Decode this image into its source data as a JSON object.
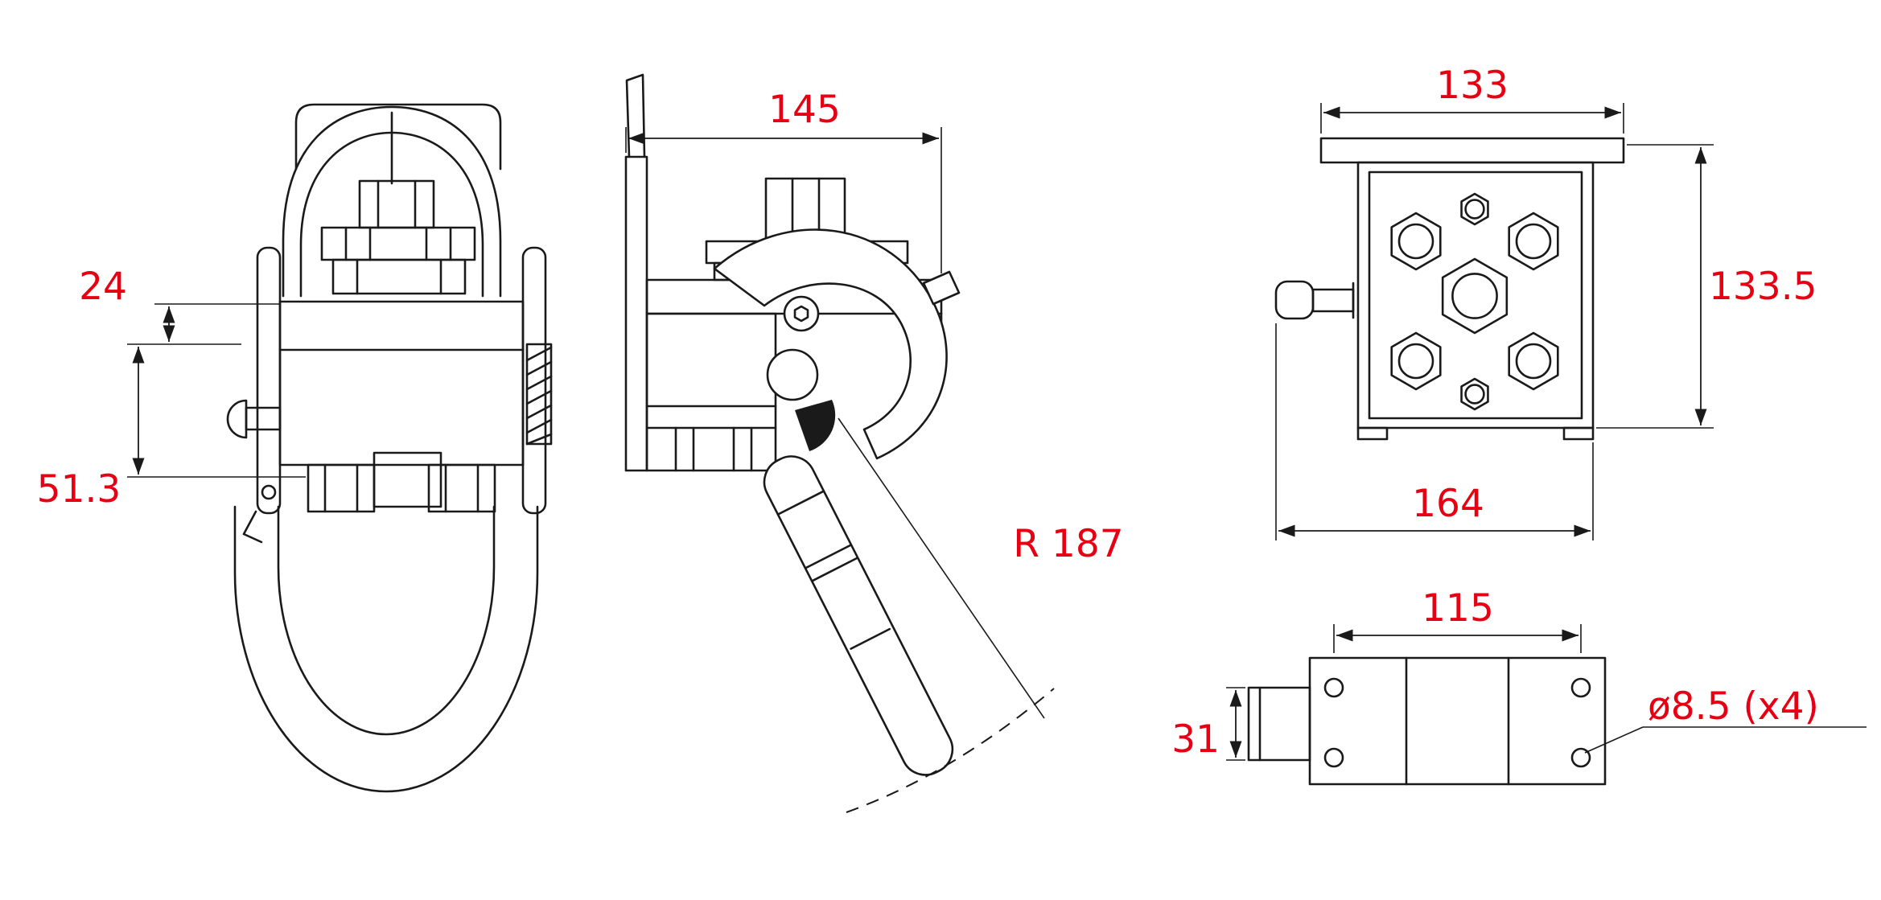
{
  "drawing": {
    "type": "engineering-dimension-drawing",
    "views": [
      "front",
      "side",
      "rear",
      "bottom"
    ]
  },
  "dimensions": {
    "front_offset_top": "24",
    "front_offset_bottom": "51.3",
    "side_width": "145",
    "handle_swing_radius": "R 187",
    "rear_flange_width": "133",
    "rear_height": "133.5",
    "rear_overall_width": "164",
    "bottom_hole_spacing": "115",
    "bottom_tab_height": "31",
    "bottom_hole_note": "ø8.5 (x4)"
  },
  "colors": {
    "accent": "#e60012",
    "line": "#1a1a1a",
    "background": "#ffffff"
  }
}
